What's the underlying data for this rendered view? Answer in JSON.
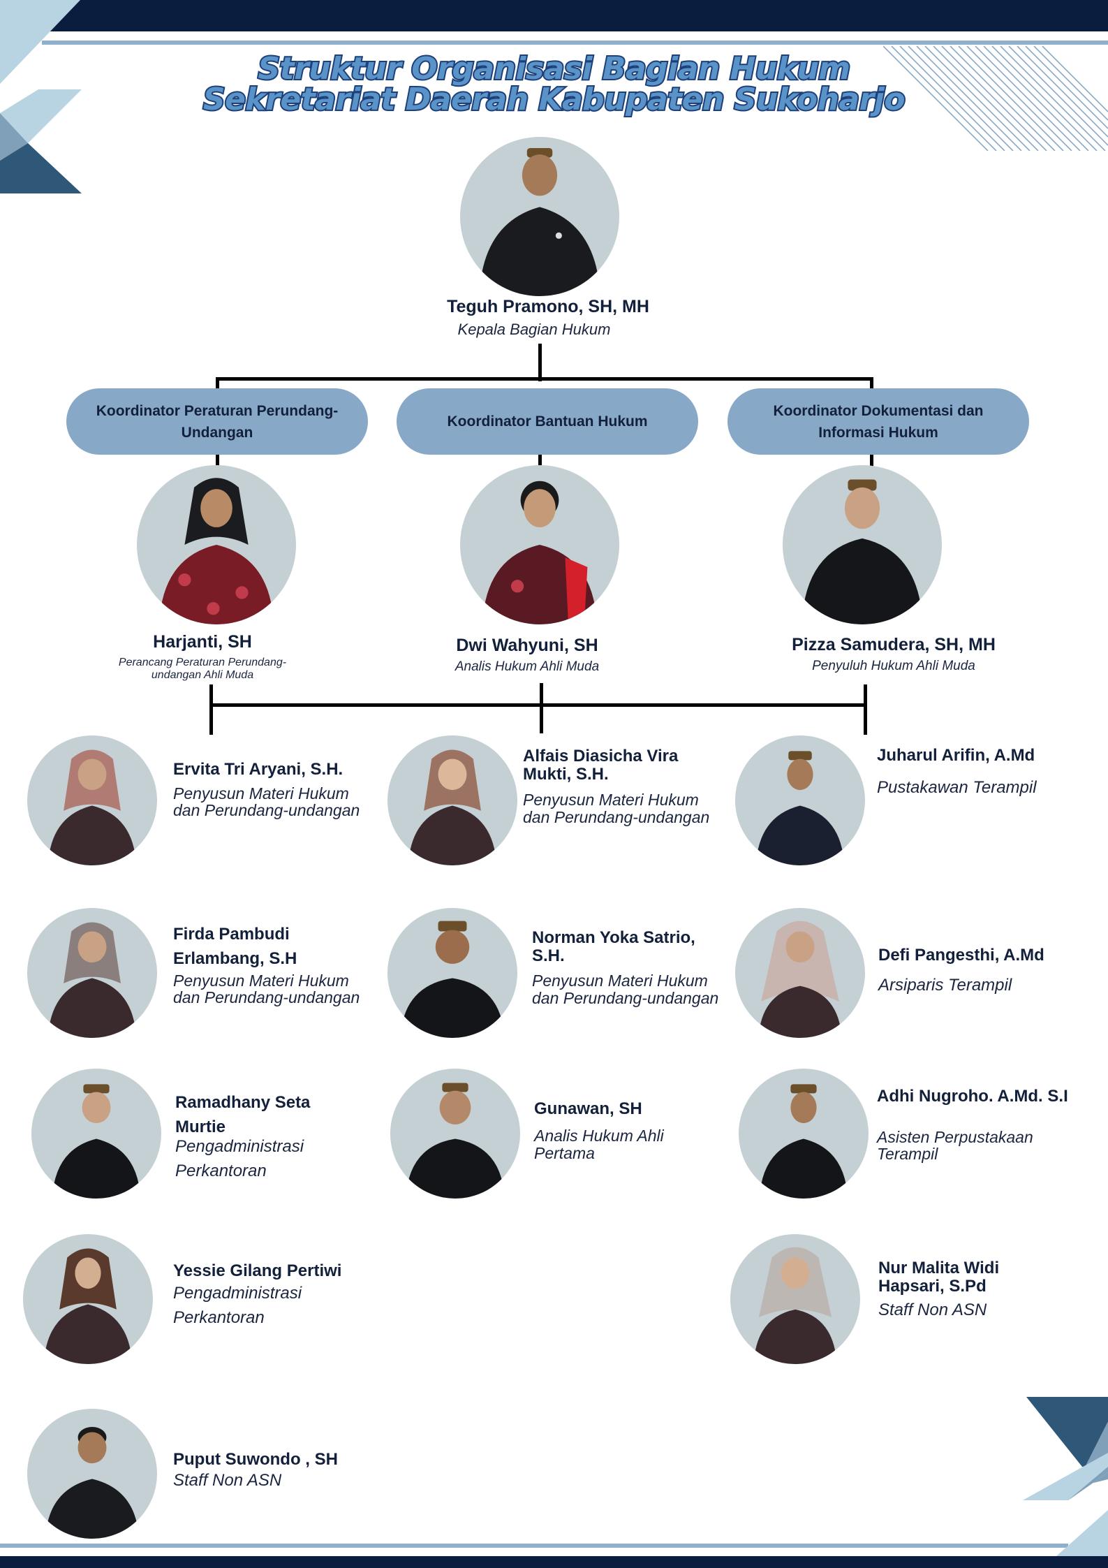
{
  "title": {
    "line1": "Struktur Organisasi Bagian Hukum",
    "line2": "Sekretariat Daerah Kabupaten Sukoharjo"
  },
  "head": {
    "name": "Teguh Pramono, SH, MH",
    "role": "Kepala Bagian Hukum"
  },
  "coordinators": [
    {
      "label": "Koordinator Peraturan Perundang-Undangan",
      "name": "Harjanti, SH",
      "role": "Perancang Peraturan Perundang-undangan Ahli Muda"
    },
    {
      "label": "Koordinator Bantuan Hukum",
      "name": "Dwi Wahyuni, SH",
      "role": "Analis Hukum Ahli Muda"
    },
    {
      "label": "Koordinator Dokumentasi dan Informasi Hukum",
      "name": "Pizza Samudera, SH, MH",
      "role": "Penyuluh Hukum Ahli Muda"
    }
  ],
  "staff": [
    {
      "name": "Ervita Tri Aryani, S.H.",
      "role": "Penyusun Materi Hukum dan Perundang-undangan"
    },
    {
      "name": "Alfais Diasicha Vira Mukti, S.H.",
      "role": "Penyusun Materi Hukum dan Perundang-undangan"
    },
    {
      "name": "Juharul Arifin, A.Md",
      "role": "Pustakawan Terampil"
    },
    {
      "name": "Firda Pambudi Erlambang, S.H",
      "role": "Penyusun Materi Hukum dan Perundang-undangan"
    },
    {
      "name": "Norman Yoka Satrio, S.H.",
      "role": "Penyusun Materi Hukum dan Perundang-undangan"
    },
    {
      "name": "Defi Pangesthi, A.Md",
      "role": "Arsiparis Terampil"
    },
    {
      "name": "Ramadhany Seta Murtie",
      "role": "Pengadministrasi Perkantoran"
    },
    {
      "name": "Gunawan, SH",
      "role": "Analis Hukum Ahli Pertama"
    },
    {
      "name": "Adhi Nugroho. A.Md. S.I",
      "role": "Asisten Perpustakaan Terampil"
    },
    {
      "name": "Yessie Gilang Pertiwi",
      "role": "Pengadministrasi Perkantoran"
    },
    {
      "name": "Nur Malita Widi Hapsari, S.Pd",
      "role": "Staff Non ASN"
    },
    {
      "name": "Puput Suwondo , SH",
      "role": "Staff Non ASN"
    }
  ],
  "colors": {
    "navy": "#0b1d3f",
    "accent": "#8fb0cc",
    "box": "#87a8c6",
    "photo_bg": "#c4d0d3"
  }
}
